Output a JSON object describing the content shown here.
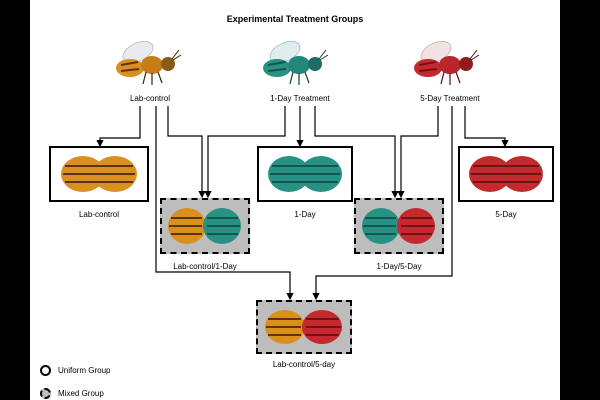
{
  "title": "Experimental Treatment Groups",
  "colors": {
    "lab_control": "#d9901f",
    "one_day": "#279183",
    "five_day": "#c42a2d",
    "mixed_bg": "#bdbdbd",
    "line": "#000000"
  },
  "bees": [
    {
      "id": "lab",
      "label": "Lab-control",
      "color": "lab_control"
    },
    {
      "id": "d1",
      "label": "1-Day Treatment",
      "color": "one_day"
    },
    {
      "id": "d5",
      "label": "5-Day Treatment",
      "color": "five_day"
    }
  ],
  "groups": {
    "lab": {
      "label": "Lab-control",
      "type": "uniform"
    },
    "lab_d1": {
      "label": "Lab-control/1-Day",
      "type": "mixed"
    },
    "d1": {
      "label": "1-Day",
      "type": "uniform"
    },
    "d1_d5": {
      "label": "1-Day/5-Day",
      "type": "mixed"
    },
    "d5": {
      "label": "5-Day",
      "type": "uniform"
    },
    "lab_d5": {
      "label": "Lab-control/5-day",
      "type": "mixed"
    }
  },
  "legend": {
    "uniform": "Uniform Group",
    "mixed": "Mixed Group"
  }
}
